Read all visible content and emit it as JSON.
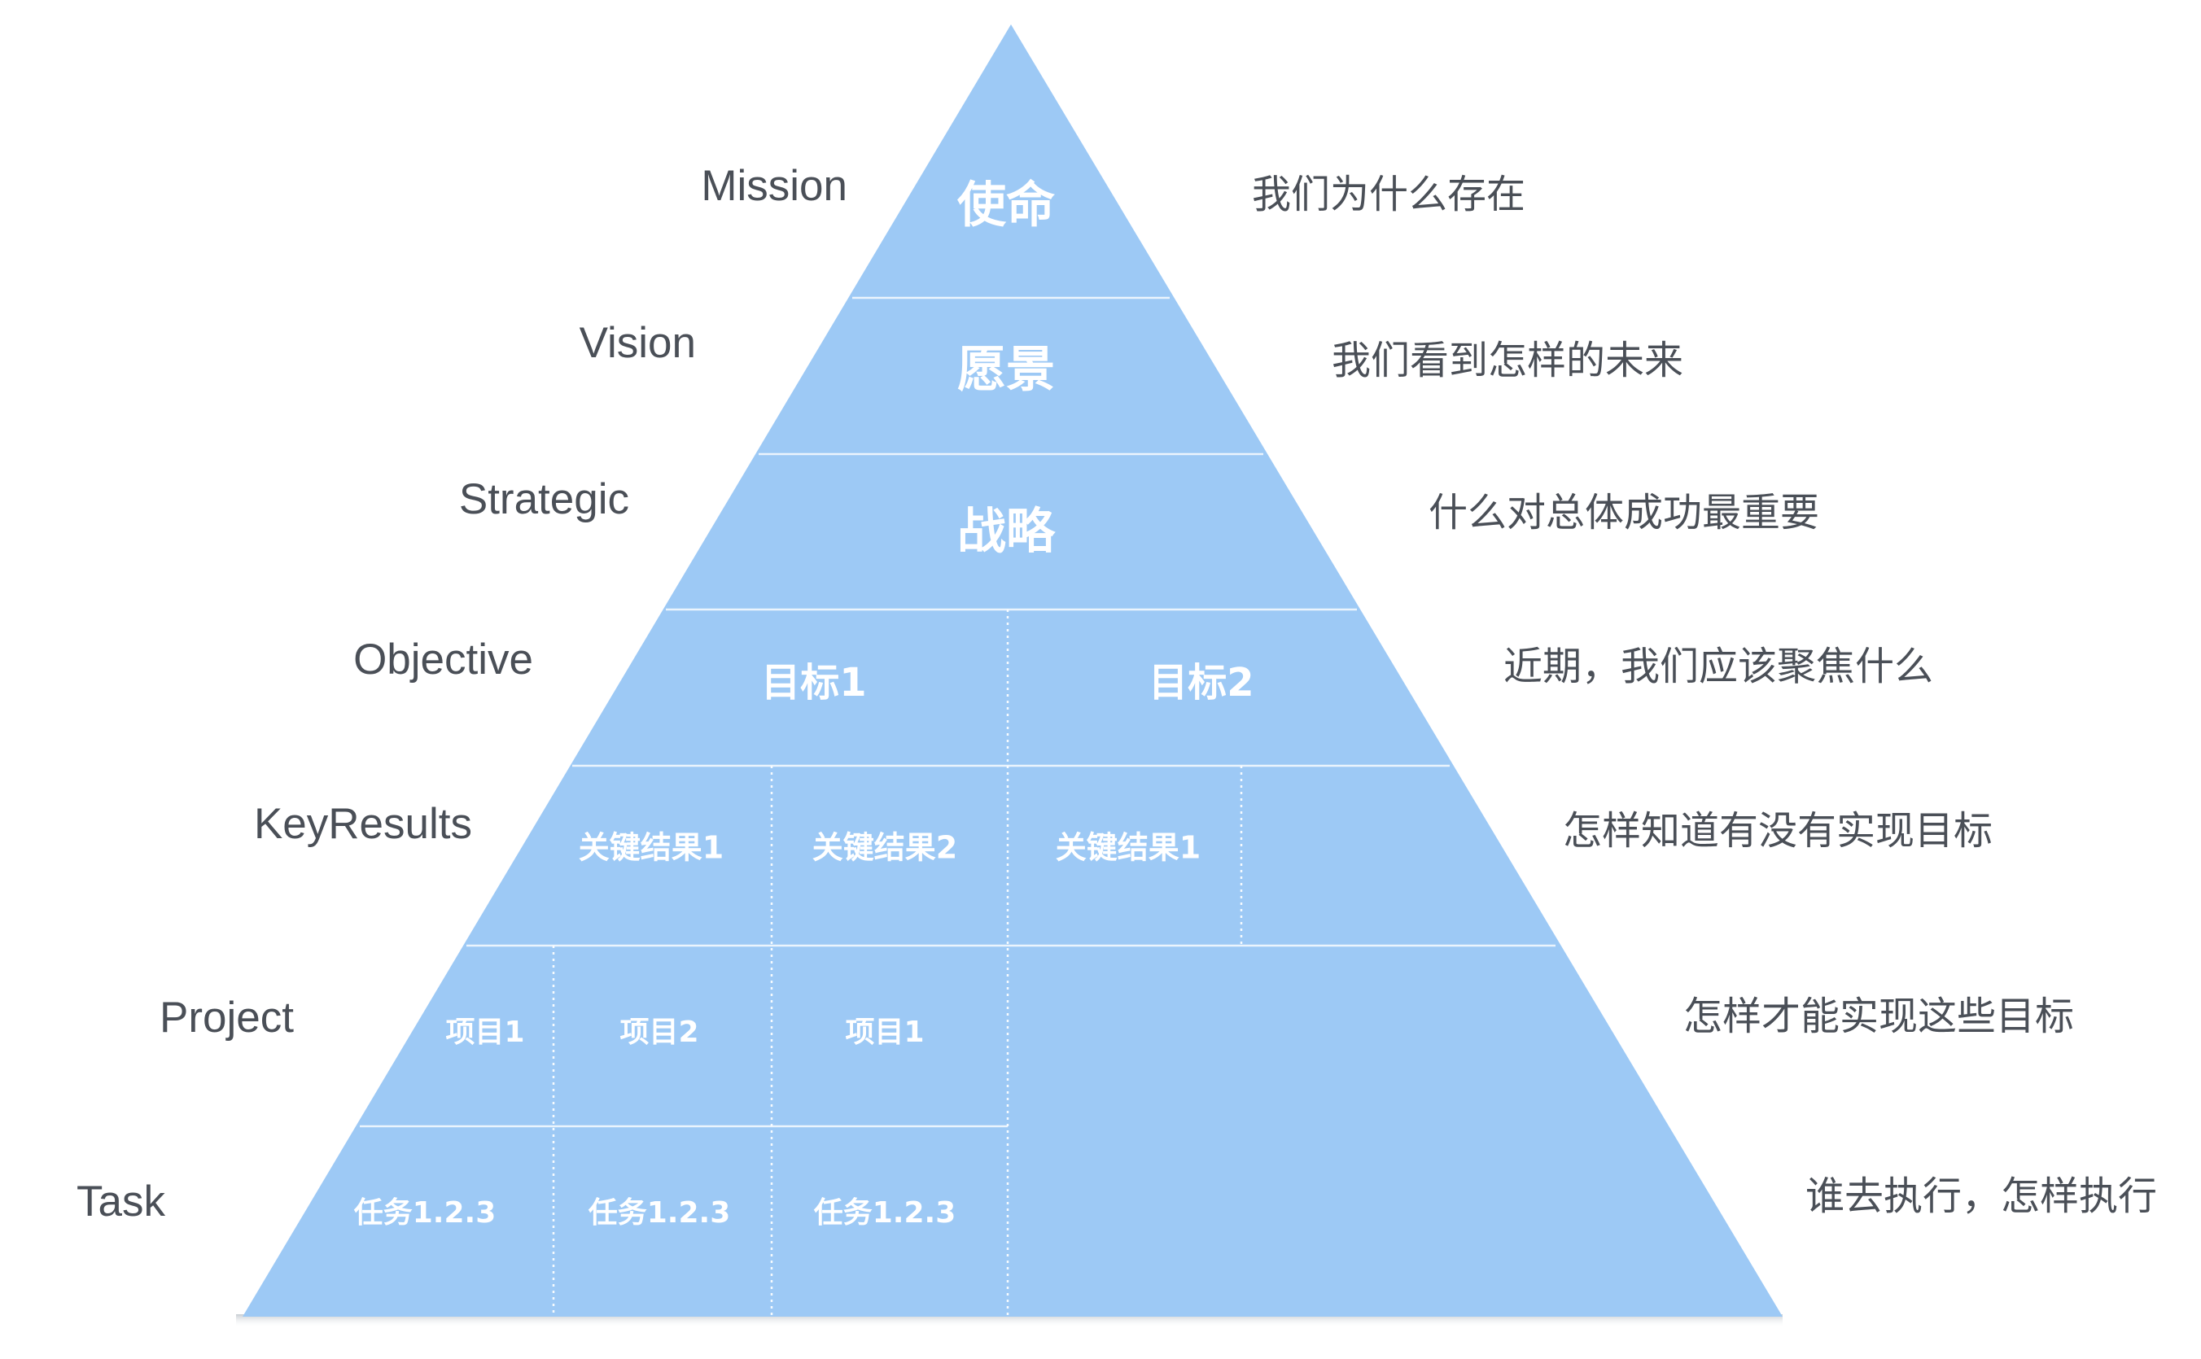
{
  "levels": [
    {
      "en": "Mission",
      "zh": "我们为什么存在"
    },
    {
      "en": "Vision",
      "zh": "我们看到怎样的未来"
    },
    {
      "en": "Strategic",
      "zh": "什么对总体成功最重要"
    },
    {
      "en": "Objective",
      "zh": "近期，我们应该聚焦什么"
    },
    {
      "en": "KeyResults",
      "zh": "怎样知道有没有实现目标"
    },
    {
      "en": "Project",
      "zh": "怎样才能实现这些目标"
    },
    {
      "en": "Task",
      "zh": "谁去执行，怎样执行"
    }
  ],
  "cells": {
    "mission": "使命",
    "vision": "愿景",
    "strategy": "战略",
    "objectives": [
      "目标1",
      "目标2"
    ],
    "key_results": [
      "关键结果1",
      "关键结果2",
      "关键结果1"
    ],
    "projects": [
      "项目1",
      "项目2",
      "项目1"
    ],
    "tasks": [
      "任务1.2.3",
      "任务1.2.3",
      "任务1.2.3"
    ]
  },
  "colors": {
    "pyramid_fill": "#9dc9f5",
    "cell_text": "#ffffff",
    "label_text": "#4a4f57"
  }
}
